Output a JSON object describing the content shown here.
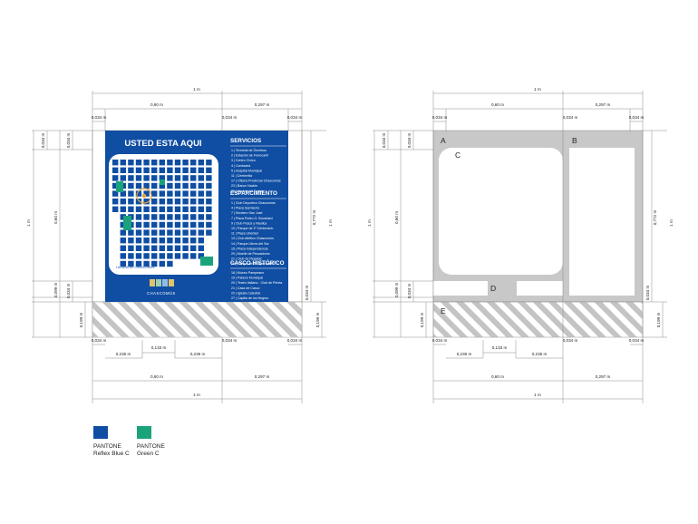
{
  "colors": {
    "reflex_blue": "#0f4ea3",
    "green": "#1aa37a",
    "frame_gray": "#c8c8c8",
    "line_gray": "#7a7a7a"
  },
  "dims": {
    "total_width": "1 m",
    "panel_width": "0,60 m",
    "side_width": "0,297 m",
    "edge": "0,034 m",
    "bottom_left": "0,236 m",
    "bottom_mid": "0,133 m",
    "bottom_right": "0,236 m",
    "height_total": "1 m",
    "height_map": "0,60 m",
    "height_left_a": "0,034 m",
    "height_left_b": "0,034 m",
    "height_left_c": "0,099 m",
    "height_stripe": "0,199 m",
    "height_right": "0,772 m"
  },
  "sign": {
    "title": "USTED ESTA AQUI",
    "map_caption": "LAGUNA DE CHASCOMUS",
    "logo_text": "CHASCOMÚS",
    "servicios": {
      "heading": "SERVICIOS",
      "items": [
        "1 | Terminal de Ómnibus",
        "2 | Estación de Ferrocarril",
        "3 | Centro Cívico",
        "4 | Comisaría",
        "5 | Hospital Municipal",
        "11 | Cembrella",
        "17 | Oficina Provincial Chascomús",
        "23 | Banco Nación",
        "26 | Núcleo del Turista"
      ]
    },
    "esparcimiento": {
      "heading": "ESPARCIMIENTO",
      "items": [
        "1 | Club Deportivo Chascomús",
        "4 | Plaza Sarmiento",
        "7 | Sendero San José",
        "7 | Plaza Pedro O. Bouchard",
        "9 | Club Pesca y Náutica",
        "10 | Parque de 1º Centenario",
        "11 | Plaza Libertad",
        "13 | Club Atlético Chascomús",
        "14 | Parque Libres del Sur",
        "15 | Plaza Independencia",
        "20 | Muelle de Pescadores",
        "21 | Club de Regatas",
        "29 | Parque de la Esperanza"
      ]
    },
    "casco": {
      "heading": "CASCO HISTÓRICO",
      "items": [
        "18 | Museo Pampeano",
        "19 | Palacio Municipal",
        "20 | Teatro Italiano - Club de Pelota",
        "21 | Casa de Casco",
        "22 | Iglesia Catedral",
        "27 | Capilla de los Negros"
      ]
    }
  },
  "zones": {
    "a": "A",
    "b": "B",
    "c": "C",
    "d": "D",
    "e": "E"
  },
  "swatches": [
    {
      "line1": "PANTONE",
      "line2": "Reflex Blue C",
      "color": "#0f4ea3"
    },
    {
      "line1": "PANTONE",
      "line2": "Green C",
      "color": "#1aa37a"
    }
  ]
}
